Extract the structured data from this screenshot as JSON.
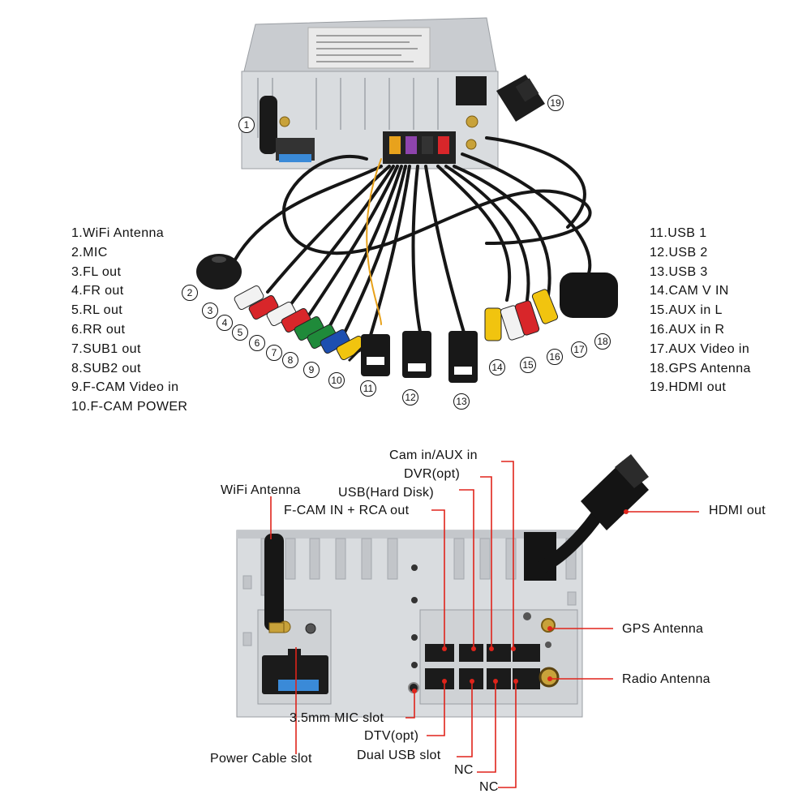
{
  "top_legend_left": [
    "1.WiFi Antenna",
    "2.MIC",
    "3.FL out",
    "4.FR out",
    "5.RL out",
    "6.RR out",
    "7.SUB1 out",
    "8.SUB2 out",
    "9.F-CAM Video in",
    "10.F-CAM POWER"
  ],
  "top_legend_right": [
    "11.USB 1",
    "12.USB 2",
    "13.USB 3",
    "14.CAM V IN",
    "15.AUX in L",
    "16.AUX in R",
    "17.AUX Video in",
    "18.GPS Antenna",
    "19.HDMI out"
  ],
  "numbers": [
    "1",
    "2",
    "3",
    "4",
    "5",
    "6",
    "7",
    "8",
    "9",
    "10",
    "11",
    "12",
    "13",
    "14",
    "15",
    "16",
    "17",
    "18",
    "19"
  ],
  "callouts": {
    "cam_aux": "Cam in/AUX in",
    "dvr": "DVR(opt)",
    "usb_hd": "USB(Hard Disk)",
    "fcam_rca": "F-CAM IN + RCA out",
    "wifi": "WiFi Antenna",
    "hdmi": "HDMI out",
    "gps": "GPS Antenna",
    "radio": "Radio Antenna",
    "mic_slot": "3.5mm MIC slot",
    "dtv": "DTV(opt)",
    "dual_usb": "Dual USB slot",
    "nc1": "NC",
    "nc2": "NC",
    "power": "Power Cable slot"
  },
  "colors": {
    "callout_line": "#e0241b",
    "chassis": "#d9dcdf",
    "rca_red": "#d8262a",
    "rca_white": "#f2f2f2",
    "rca_green": "#1f8a3a",
    "rca_blue": "#1d4fb0",
    "rca_yellow": "#f1c40f",
    "fuse_blue": "#3a8ad8"
  }
}
